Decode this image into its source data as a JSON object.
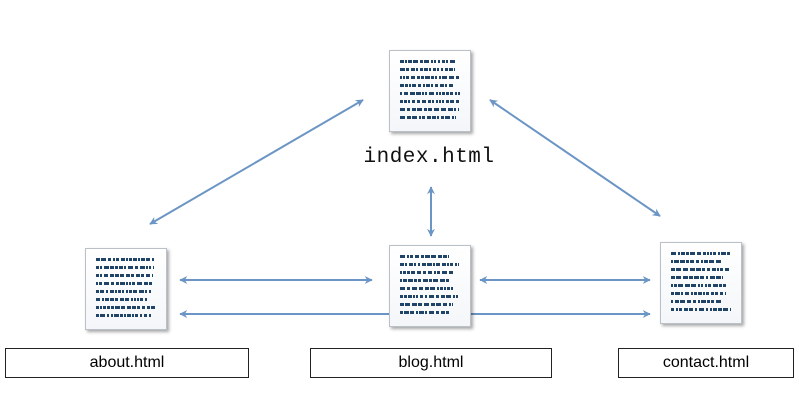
{
  "pages": {
    "index": "index.html",
    "about": "about.html",
    "blog": "blog.html",
    "contact": "contact.html"
  },
  "links": [
    {
      "from": "index.html",
      "to": "about.html",
      "direction": "both"
    },
    {
      "from": "index.html",
      "to": "contact.html",
      "direction": "both"
    },
    {
      "from": "index.html",
      "to": "blog.html",
      "direction": "both"
    },
    {
      "from": "about.html",
      "to": "blog.html",
      "direction": "both"
    },
    {
      "from": "blog.html",
      "to": "contact.html",
      "direction": "both"
    },
    {
      "from": "about.html",
      "to": "contact.html",
      "direction": "both"
    }
  ],
  "colors": {
    "arrow": "#6b95c4",
    "document_text_marks": "#1f4468",
    "label_border": "#222222"
  },
  "icons": [
    "document-icon"
  ]
}
